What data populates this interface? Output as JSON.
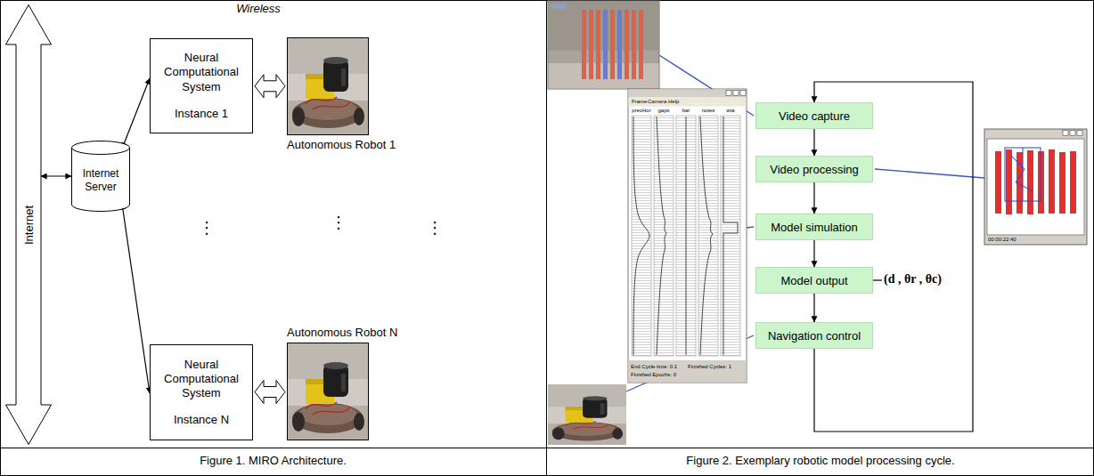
{
  "diagram": {
    "nodes": [
      {
        "text": [
          "Internet"
        ]
      },
      {
        "text": [
          "Neural Computational System",
          "Instance 1"
        ]
      },
      {
        "text": [
          "Autonomous Robot 1"
        ]
      },
      {
        "text": [
          "Internet Server"
        ]
      },
      {
        "text": [
          "Neural Computational System",
          "Instance N"
        ]
      },
      {
        "text": [
          "Autonomous Robot N"
        ]
      },
      {
        "text": [
          "Video capture"
        ]
      },
      {
        "text": [
          "Video processing"
        ]
      },
      {
        "text": [
          "Model simulation"
        ]
      },
      {
        "text": [
          "Model output"
        ]
      },
      {
        "text": [
          "Navigation control"
        ]
      }
    ],
    "edges": [
      {
        "from": 0,
        "to": 3,
        "arrow": "both"
      },
      {
        "from": 3,
        "to": 1,
        "arrow": "both"
      },
      {
        "from": 3,
        "to": 4,
        "arrow": "both"
      },
      {
        "from": 1,
        "to": 2,
        "arrow": "both"
      },
      {
        "from": 4,
        "to": 5,
        "arrow": "both"
      },
      {
        "from": 6,
        "to": 7,
        "arrow": "to"
      },
      {
        "from": 7,
        "to": 8,
        "arrow": "to"
      },
      {
        "from": 8,
        "to": 9,
        "arrow": "to"
      },
      {
        "from": 9,
        "to": 10,
        "arrow": "to"
      },
      {
        "from": 10,
        "to": 6,
        "arrow": "to"
      }
    ],
    "labels": [
      "Wireless",
      "⋮",
      "⋮",
      "⋮",
      "(d , θr , θc)",
      "Frame",
      "Camera",
      "Help",
      "prevHor",
      "gaps",
      "bar",
      "notes",
      "wta",
      "End Cycle time: 0.1",
      "Finished Cycles: 1",
      "Finished Epochs: 0",
      "00:00:22:40",
      "Figure 1. MIRO Architecture.",
      "Figure 2. Exemplary robotic model processing cycle."
    ]
  }
}
